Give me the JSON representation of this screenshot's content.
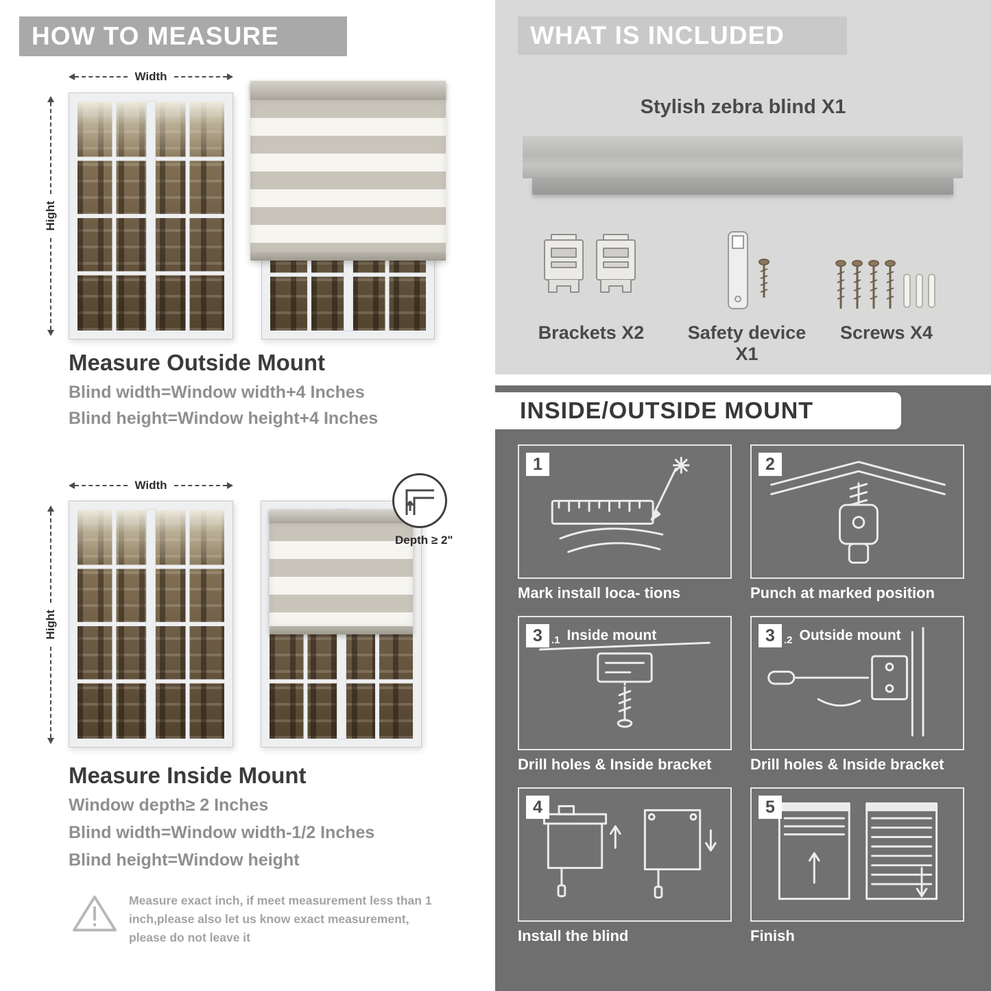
{
  "left": {
    "header": "HOW TO MEASURE",
    "outside": {
      "width_label": "Width",
      "height_label": "Hight",
      "title": "Measure Outside Mount",
      "line1": "Blind width=Window width+4 Inches",
      "line2": "Blind height=Window height+4 Inches"
    },
    "inside": {
      "width_label": "Width",
      "height_label": "Hight",
      "depth_label": "Depth ≥ 2\"",
      "title": "Measure Inside Mount",
      "line1": "Window depth≥ 2 Inches",
      "line2": "Blind width=Window width-1/2 Inches",
      "line3": "Blind height=Window height"
    },
    "note": "Measure exact inch, if meet measurement less than 1 inch,please also let us know exact measurement, please do not leave it"
  },
  "included": {
    "header": "WHAT IS INCLUDED",
    "product": "Stylish zebra blind X1",
    "items": [
      {
        "label": "Brackets X2"
      },
      {
        "label": "Safety device X1"
      },
      {
        "label": "Screws X4"
      }
    ]
  },
  "mount": {
    "header": "INSIDE/OUTSIDE MOUNT",
    "steps": [
      {
        "num": "1",
        "sub": "",
        "title": "",
        "caption": "Mark install loca- tions"
      },
      {
        "num": "2",
        "sub": "",
        "title": "",
        "caption": "Punch at  marked position"
      },
      {
        "num": "3",
        "sub": ".1",
        "title": "Inside mount",
        "caption": "Drill holes &  Inside bracket"
      },
      {
        "num": "3",
        "sub": ".2",
        "title": "Outside mount",
        "caption": "Drill holes &  Inside bracket"
      },
      {
        "num": "4",
        "sub": "",
        "title": "",
        "caption": "Install the blind"
      },
      {
        "num": "5",
        "sub": "",
        "title": "",
        "caption": "Finish"
      }
    ]
  }
}
